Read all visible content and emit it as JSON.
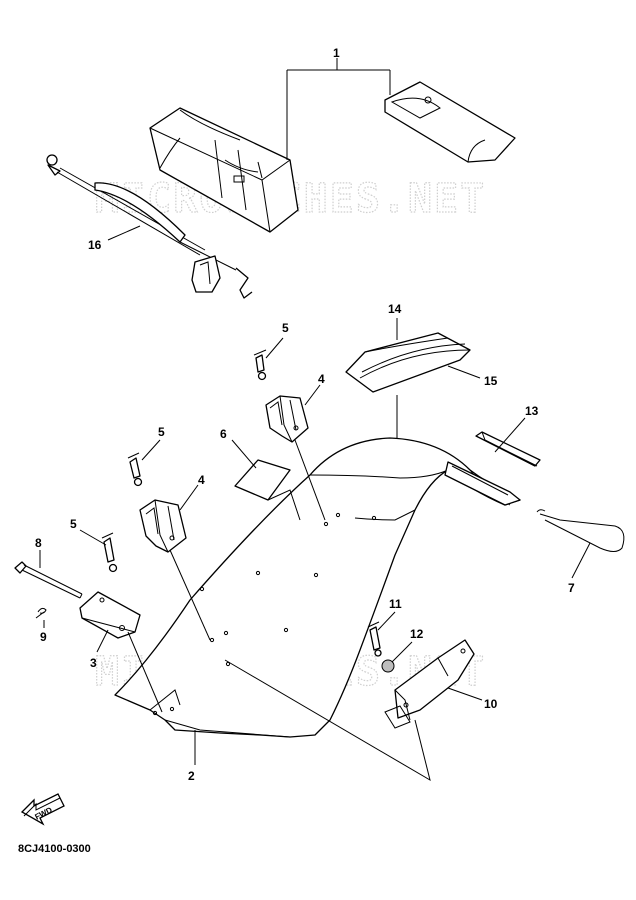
{
  "diagram": {
    "watermark": "MICROFICHES.NET",
    "drawing_code": "8CJ4100-0300",
    "fwd_label": "FWD",
    "callouts": {
      "c1": "1",
      "c2": "2",
      "c3": "3",
      "c4a": "4",
      "c4b": "4",
      "c5a": "5",
      "c5b": "5",
      "c5c": "5",
      "c6": "6",
      "c7": "7",
      "c8": "8",
      "c9": "9",
      "c10": "10",
      "c11": "11",
      "c12": "12",
      "c13": "13",
      "c14": "14",
      "c15": "15",
      "c16": "16"
    }
  }
}
